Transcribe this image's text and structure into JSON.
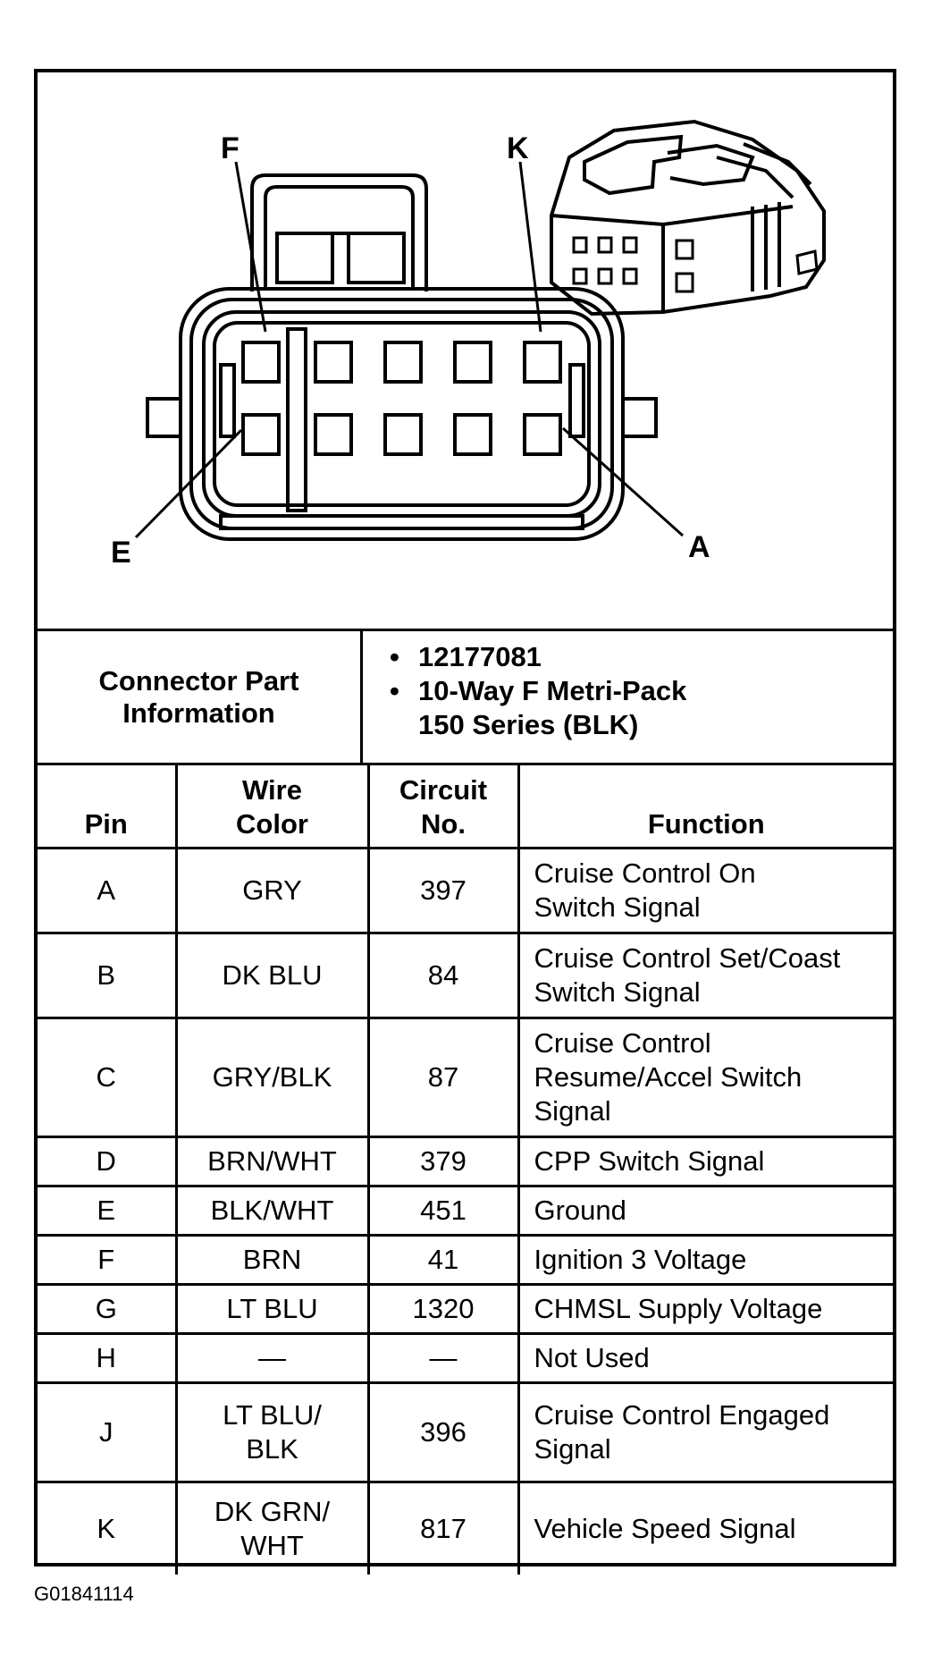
{
  "diagram": {
    "pin_labels": {
      "top_left": "F",
      "top_right": "K",
      "bottom_left": "E",
      "bottom_right": "A"
    }
  },
  "part_info": {
    "label": "Connector Part Information",
    "items": [
      "12177081",
      "10-Way F Metri-Pack 150 Series (BLK)"
    ]
  },
  "table": {
    "headers": {
      "pin": "Pin",
      "wire_color": "Wire Color",
      "circuit_no": "Circuit No.",
      "function": "Function"
    },
    "rows": [
      {
        "pin": "A",
        "wire_color": "GRY",
        "circuit": "397",
        "function": "Cruise Control On Switch Signal"
      },
      {
        "pin": "B",
        "wire_color": "DK BLU",
        "circuit": "84",
        "function": "Cruise Control Set/Coast Switch Signal"
      },
      {
        "pin": "C",
        "wire_color": "GRY/BLK",
        "circuit": "87",
        "function": "Cruise Control Resume/Accel Switch Signal"
      },
      {
        "pin": "D",
        "wire_color": "BRN/WHT",
        "circuit": "379",
        "function": "CPP Switch Signal"
      },
      {
        "pin": "E",
        "wire_color": "BLK/WHT",
        "circuit": "451",
        "function": "Ground"
      },
      {
        "pin": "F",
        "wire_color": "BRN",
        "circuit": "41",
        "function": "Ignition 3 Voltage"
      },
      {
        "pin": "G",
        "wire_color": "LT BLU",
        "circuit": "1320",
        "function": "CHMSL Supply Voltage"
      },
      {
        "pin": "H",
        "wire_color": "—",
        "circuit": "—",
        "function": "Not Used"
      },
      {
        "pin": "J",
        "wire_color": "LT BLU/ BLK",
        "circuit": "396",
        "function": "Cruise Control Engaged Signal"
      },
      {
        "pin": "K",
        "wire_color": "DK GRN/ WHT",
        "circuit": "817",
        "function": "Vehicle Speed Signal"
      }
    ]
  },
  "figure_id": "G01841114"
}
